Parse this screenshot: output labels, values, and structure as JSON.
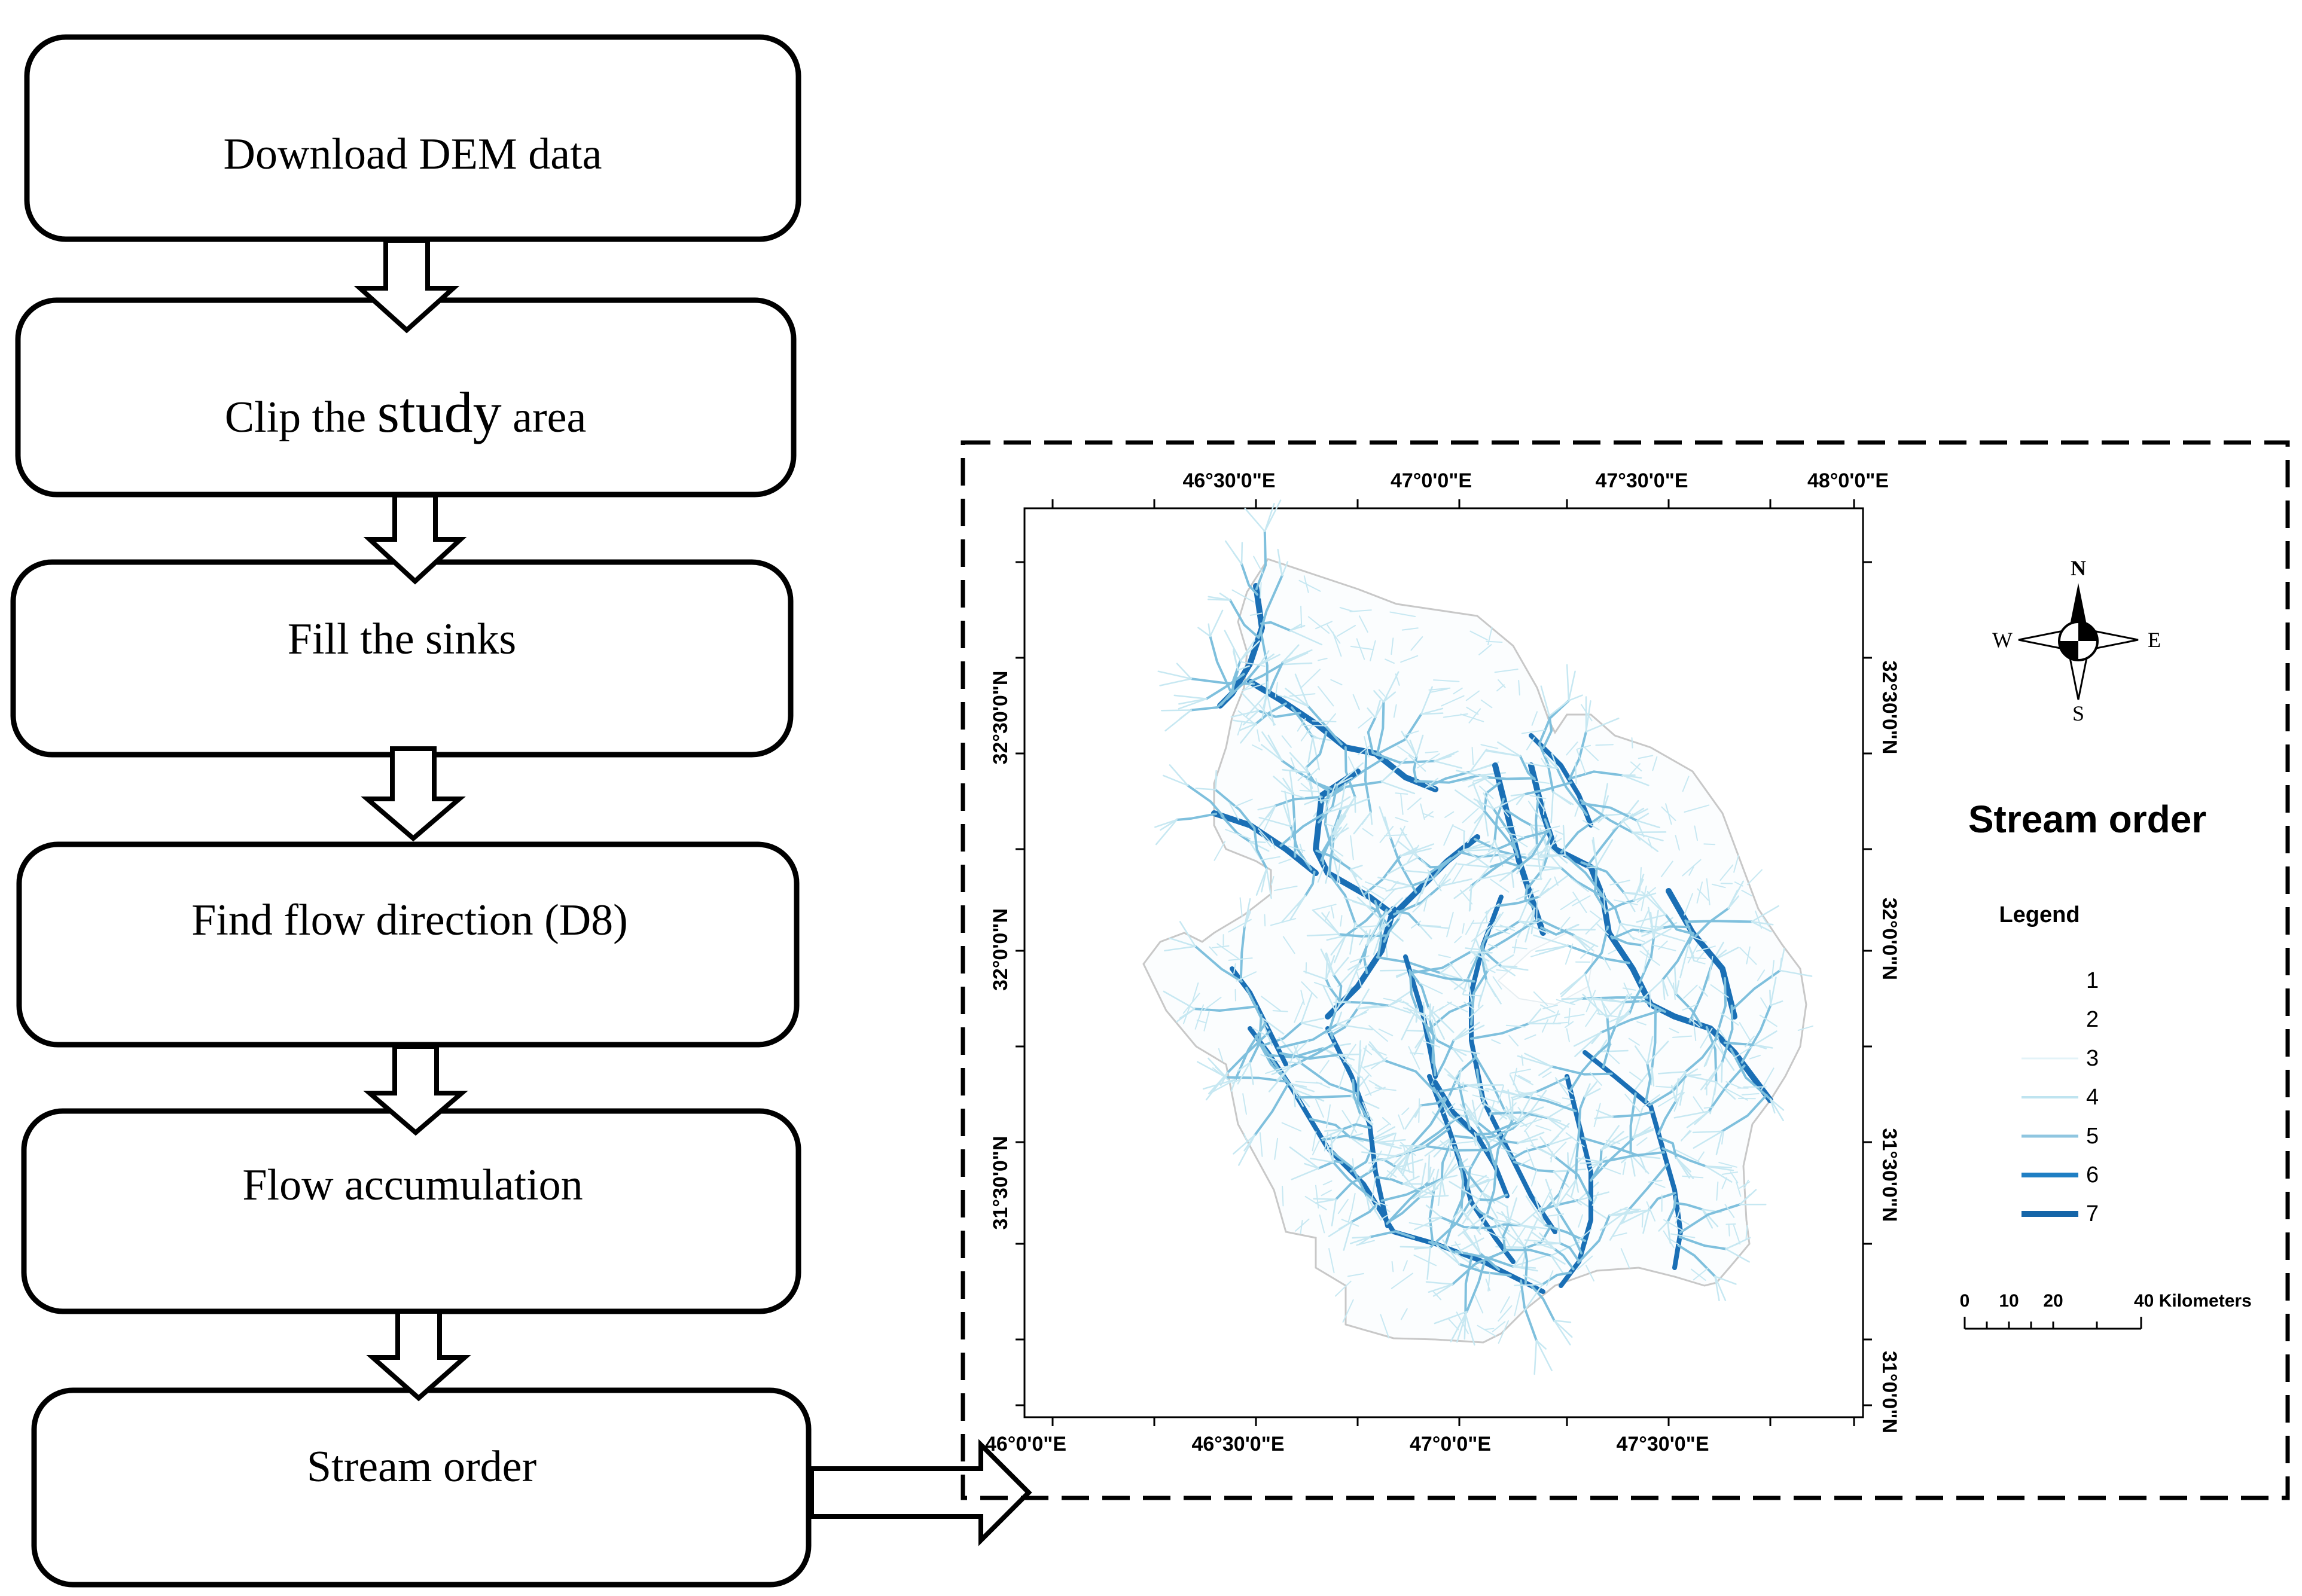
{
  "flowchart": {
    "steps": [
      {
        "label": "Download DEM data"
      },
      {
        "label_pre": "Clip the ",
        "label_big": "study",
        "label_post": " area"
      },
      {
        "label": "Fill the sinks"
      },
      {
        "label": "Find flow direction (D8)"
      },
      {
        "label": "Flow accumulation"
      },
      {
        "label": "Stream order"
      }
    ]
  },
  "map": {
    "title": "Stream order",
    "legend_title": "Legend",
    "legend_items": [
      {
        "label": "1",
        "color": "#ffffff"
      },
      {
        "label": "2",
        "color": "#ffffff"
      },
      {
        "label": "3",
        "color": "#e3f3f8"
      },
      {
        "label": "4",
        "color": "#bfe4f0"
      },
      {
        "label": "5",
        "color": "#8fc6e0"
      },
      {
        "label": "6",
        "color": "#1f7fc4"
      },
      {
        "label": "7",
        "color": "#1565a8"
      }
    ],
    "compass": {
      "n": "N",
      "s": "S",
      "e": "E",
      "w": "W"
    },
    "top_ticks": [
      "46°30'0\"E",
      "47°0'0\"E",
      "47°30'0\"E",
      "48°0'0\"E"
    ],
    "bottom_ticks": [
      "46°0'0\"E",
      "46°30'0\"E",
      "47°0'0\"E",
      "47°30'0\"E"
    ],
    "left_ticks": [
      "32°30'0\"N",
      "32°0'0\"N",
      "31°30'0\"N"
    ],
    "right_ticks": [
      "32°30'0\"N",
      "32°0'0\"N",
      "31°30'0\"N",
      "31°0'0\"N"
    ],
    "scalebar": {
      "labels": [
        "0",
        "10",
        "20",
        "40 Kilometers"
      ]
    },
    "stream_colors": {
      "low": "#c7e8f2",
      "mid": "#7fc0dd",
      "high": "#1a6fb5"
    }
  }
}
